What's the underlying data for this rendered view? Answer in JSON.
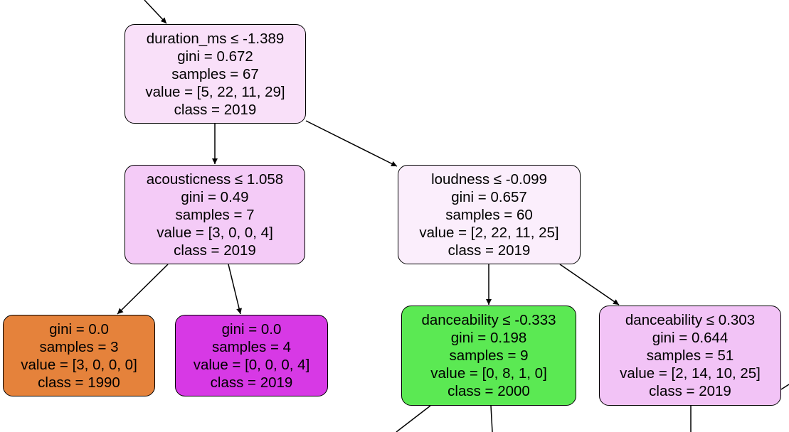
{
  "colors": {
    "edge": "#000000",
    "node_border": "#000000"
  },
  "nodes": [
    {
      "id": "n0",
      "fill": "#f9e0f9",
      "lines": [
        "duration_ms ≤ -1.389",
        "gini = 0.672",
        "samples = 67",
        "value = [5, 22, 11, 29]",
        "class = 2019"
      ]
    },
    {
      "id": "n1",
      "fill": "#f4cbf7",
      "lines": [
        "acousticness ≤ 1.058",
        "gini = 0.49",
        "samples = 7",
        "value = [3, 0, 0, 4]",
        "class = 2019"
      ]
    },
    {
      "id": "n2",
      "fill": "#fbeefc",
      "lines": [
        "loudness ≤ -0.099",
        "gini = 0.657",
        "samples = 60",
        "value = [2, 22, 11, 25]",
        "class = 2019"
      ]
    },
    {
      "id": "n3",
      "fill": "#e5823b",
      "lines": [
        "gini = 0.0",
        "samples = 3",
        "value = [3, 0, 0, 0]",
        "class = 1990"
      ]
    },
    {
      "id": "n4",
      "fill": "#d739e5",
      "lines": [
        "gini = 0.0",
        "samples = 4",
        "value = [0, 0, 0, 4]",
        "class = 2019"
      ]
    },
    {
      "id": "n5",
      "fill": "#5be953",
      "lines": [
        "danceability ≤ -0.333",
        "gini = 0.198",
        "samples = 9",
        "value = [0, 8, 1, 0]",
        "class = 2000"
      ]
    },
    {
      "id": "n6",
      "fill": "#f2c3f6",
      "lines": [
        "danceability ≤ 0.303",
        "gini = 0.644",
        "samples = 51",
        "value = [2, 14, 10, 25]",
        "class = 2019"
      ]
    }
  ],
  "edges": [
    {
      "from": "parent-offscreen",
      "to": "n0",
      "arrow": true
    },
    {
      "from": "n0",
      "to": "n1",
      "arrow": true
    },
    {
      "from": "n0",
      "to": "n2",
      "arrow": true
    },
    {
      "from": "n1",
      "to": "n3",
      "arrow": true
    },
    {
      "from": "n1",
      "to": "n4",
      "arrow": true
    },
    {
      "from": "n2",
      "to": "n5",
      "arrow": true
    },
    {
      "from": "n2",
      "to": "n6",
      "arrow": true
    },
    {
      "from": "n5",
      "to": "child-offscreen",
      "arrow": false
    },
    {
      "from": "n5",
      "to": "child-offscreen",
      "arrow": false
    },
    {
      "from": "n6",
      "to": "child-offscreen",
      "arrow": false
    },
    {
      "from": "n6",
      "to": "child-offscreen",
      "arrow": false
    }
  ]
}
